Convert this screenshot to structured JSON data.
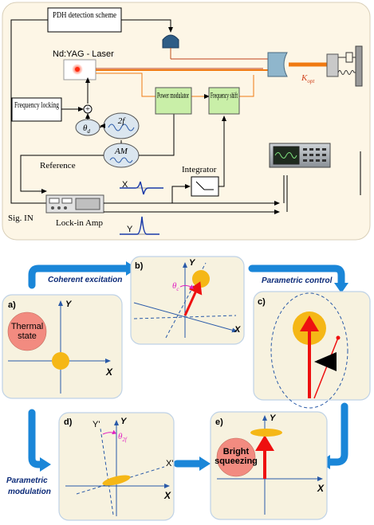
{
  "setup": {
    "pdh_label": "PDH detection scheme",
    "laser_label": "Nd:YAG - Laser",
    "freq_lock_label": "Frequency locking",
    "power_mod_label": "Power modulator",
    "freq_shift_label": "Frequency shift",
    "integrator_label": "Integrator",
    "reference_label": "Reference",
    "sig_in_label": "Sig. IN",
    "lockin_label": "Lock-in Amp",
    "theta_label": "θ",
    "theta_sub": "d",
    "twof_label": "2f",
    "am_label": "AM",
    "kopt_label": "K",
    "kopt_sub": "opt",
    "x_trace_label": "X",
    "y_trace_label": "Y",
    "plus_sign": "+"
  },
  "flow": {
    "coherent_label": "Coherent excitation",
    "parametric_control_label": "Parametric control",
    "parametric_mod_label_1": "Parametric",
    "parametric_mod_label_2": "modulation"
  },
  "panels": {
    "a": {
      "tag": "a)",
      "x": "X",
      "y": "Y",
      "state_1": "Thermal",
      "state_2": "state"
    },
    "b": {
      "tag": "b)",
      "x": "X",
      "y": "Y",
      "theta": "θ",
      "theta_sub": "c"
    },
    "c": {
      "tag": "c)"
    },
    "d": {
      "tag": "d)",
      "x": "X",
      "y": "Y",
      "xp": "X'",
      "yp": "Y'",
      "theta": "θ",
      "theta_sub": "2f"
    },
    "e": {
      "tag": "e)",
      "x": "X",
      "y": "Y",
      "state_1": "Bright",
      "state_2": "squeezing"
    }
  },
  "colors": {
    "setup_bg": "#fdf6e6",
    "panel_bg": "#f7f2df",
    "green_box": "#c9efa8",
    "orange_beam": "#f07a12",
    "flow_arrow": "#1a86d8",
    "blob": "#f5b716",
    "thermal": "#f28b80",
    "red_vector": "#ee1010"
  }
}
